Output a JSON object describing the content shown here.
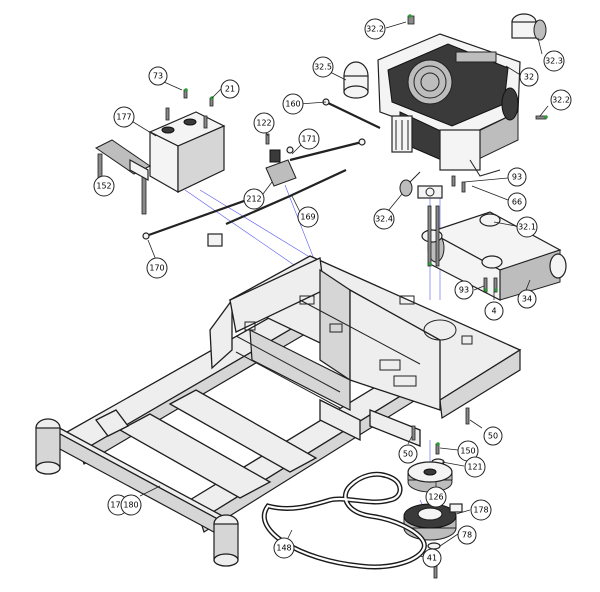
{
  "callouts": [
    {
      "id": "c-32-2-top",
      "label": "32.2"
    },
    {
      "id": "c-32-3",
      "label": "32.3"
    },
    {
      "id": "c-32",
      "label": "32"
    },
    {
      "id": "c-32-2-right",
      "label": "32.2"
    },
    {
      "id": "c-32-5",
      "label": "32.5"
    },
    {
      "id": "c-73",
      "label": "73"
    },
    {
      "id": "c-21",
      "label": "21"
    },
    {
      "id": "c-177",
      "label": "177"
    },
    {
      "id": "c-160",
      "label": "160"
    },
    {
      "id": "c-122",
      "label": "122"
    },
    {
      "id": "c-171",
      "label": "171"
    },
    {
      "id": "c-93-top",
      "label": "93"
    },
    {
      "id": "c-66",
      "label": "66"
    },
    {
      "id": "c-152",
      "label": "152"
    },
    {
      "id": "c-212",
      "label": "212"
    },
    {
      "id": "c-169",
      "label": "169"
    },
    {
      "id": "c-32-4",
      "label": "32.4"
    },
    {
      "id": "c-32-1",
      "label": "32.1"
    },
    {
      "id": "c-170",
      "label": "170"
    },
    {
      "id": "c-93-bottom",
      "label": "93"
    },
    {
      "id": "c-4",
      "label": "4"
    },
    {
      "id": "c-34",
      "label": "34"
    },
    {
      "id": "c-50-right",
      "label": "50"
    },
    {
      "id": "c-50-left",
      "label": "50"
    },
    {
      "id": "c-150",
      "label": "150"
    },
    {
      "id": "c-121",
      "label": "121"
    },
    {
      "id": "c-126",
      "label": "126"
    },
    {
      "id": "c-179",
      "label": "179"
    },
    {
      "id": "c-180",
      "label": "180"
    },
    {
      "id": "c-178",
      "label": "178"
    },
    {
      "id": "c-148",
      "label": "148"
    },
    {
      "id": "c-78",
      "label": "78"
    },
    {
      "id": "c-41",
      "label": "41"
    }
  ],
  "colors": {
    "line": "#222222",
    "guide": "#5a5af0",
    "hardware_tip": "#2e9a3a"
  }
}
